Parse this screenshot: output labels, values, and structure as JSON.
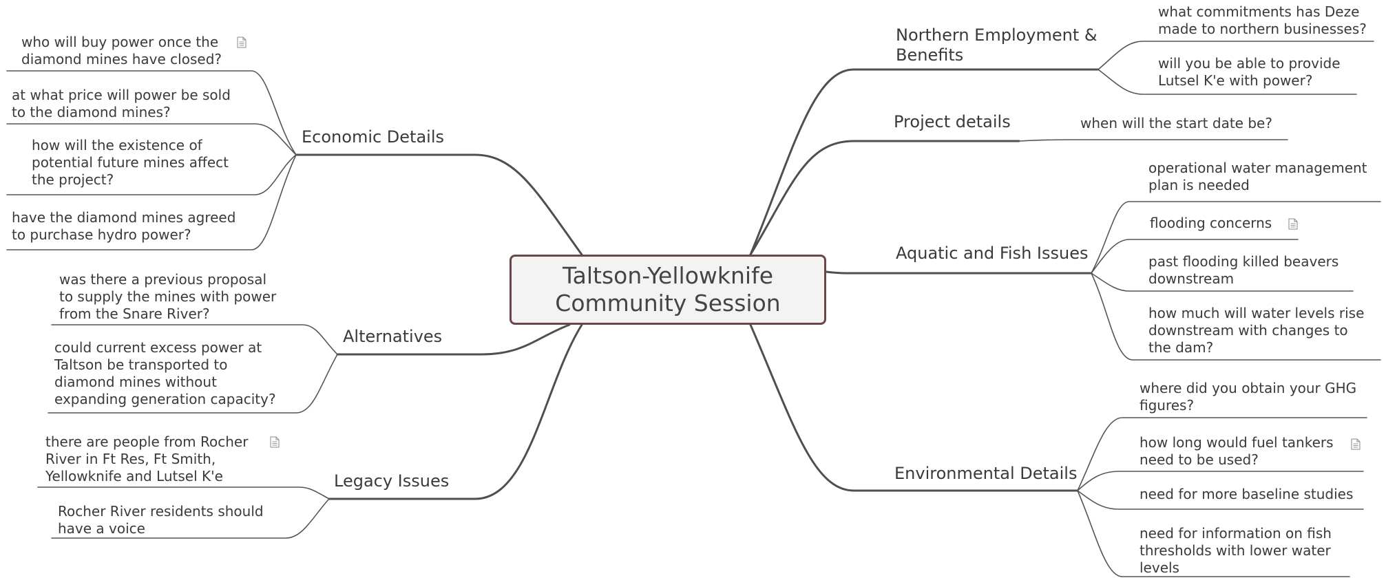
{
  "central": {
    "title": "Taltson-Yellowknife\nCommunity Session"
  },
  "branches": {
    "economic": {
      "label": "Economic Details",
      "items": [
        "who will buy power once the\ndiamond mines have closed?",
        "at what price will power be sold\nto the diamond mines?",
        "how will the existence of\npotential future mines affect\nthe project?",
        "have the diamond mines agreed\nto purchase hydro power?"
      ]
    },
    "alternatives": {
      "label": "Alternatives",
      "items": [
        "was there a previous proposal\nto supply the mines with power\nfrom the Snare River?",
        "could current excess power at\nTaltson be transported to\ndiamond mines without\nexpanding generation capacity?"
      ]
    },
    "legacy": {
      "label": "Legacy Issues",
      "items": [
        "there are people from Rocher\nRiver in Ft Res, Ft Smith,\nYellowknife and Lutsel K'e",
        "Rocher River residents should\nhave a voice"
      ]
    },
    "northern": {
      "label": "Northern Employment &\nBenefits",
      "items": [
        "what commitments has Deze\nmade to northern businesses?",
        "will you be able to provide\nLutsel K'e with power?"
      ]
    },
    "project": {
      "label": "Project details",
      "items": [
        "when will the start date be?"
      ]
    },
    "aquatic": {
      "label": "Aquatic and Fish Issues",
      "items": [
        "operational water management\nplan is needed",
        "flooding concerns",
        "past flooding killed beavers\ndownstream",
        "how much will water levels rise\ndownstream with changes to\nthe dam?"
      ]
    },
    "environmental": {
      "label": "Environmental Details",
      "items": [
        "where did you obtain your GHG\nfigures?",
        "how long would fuel tankers\nneed to be used?",
        "need for more baseline studies",
        "need for information on fish\nthresholds with lower water\nlevels"
      ]
    }
  },
  "icons": {
    "note": "note-icon"
  },
  "colors": {
    "main_line": "#4f4f4f",
    "sub_line": "#555555",
    "central_border": "#6b4548",
    "central_fill": "#f3f3f3"
  }
}
